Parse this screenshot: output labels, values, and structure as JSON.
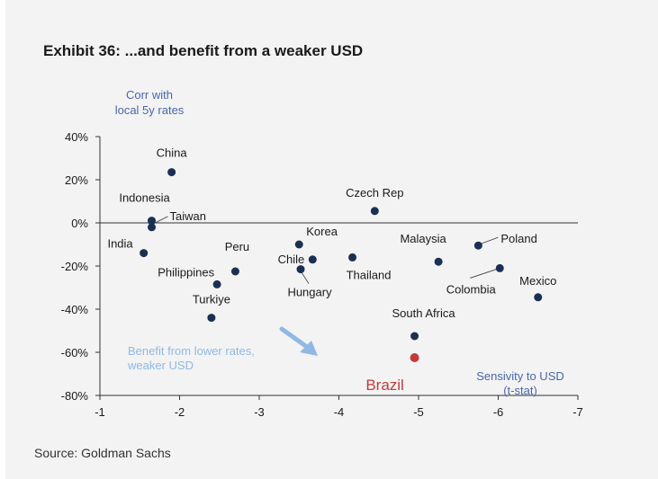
{
  "chart_data": {
    "type": "scatter",
    "title": "Exhibit 36: ...and benefit from a weaker USD",
    "ylabel_lines": [
      "Corr with",
      "local 5y rates"
    ],
    "xlabel_lines": [
      "Sensivity to USD",
      "(t-stat)"
    ],
    "xlim": [
      -1,
      -7
    ],
    "ylim": [
      -80,
      40
    ],
    "x_ticks": [
      -1,
      -2,
      -3,
      -4,
      -5,
      -6,
      -7
    ],
    "y_ticks": [
      40,
      20,
      0,
      -20,
      -40,
      -60,
      -80
    ],
    "y_tick_labels": [
      "40%",
      "20%",
      "0%",
      "-20%",
      "-40%",
      "-60%",
      "-80%"
    ],
    "zero_line": true,
    "grid": false,
    "annotation_lines": [
      "Benefit from lower rates,",
      "weaker USD"
    ],
    "points": [
      {
        "label": "China",
        "x": -1.9,
        "y": 23.5,
        "color": "#1b2f52"
      },
      {
        "label": "Indonesia",
        "x": -1.65,
        "y": 1.0,
        "color": "#1b2f52"
      },
      {
        "label": "Taiwan",
        "x": -1.65,
        "y": -2.0,
        "color": "#1b2f52"
      },
      {
        "label": "India",
        "x": -1.55,
        "y": -14.0,
        "color": "#1b2f52"
      },
      {
        "label": "Peru",
        "x": -2.7,
        "y": -22.5,
        "color": "#1b2f52"
      },
      {
        "label": "Philippines",
        "x": -2.47,
        "y": -28.5,
        "color": "#1b2f52"
      },
      {
        "label": "Turkiye",
        "x": -2.4,
        "y": -44.0,
        "color": "#1b2f52"
      },
      {
        "label": "Korea",
        "x": -3.5,
        "y": -10.0,
        "color": "#1b2f52"
      },
      {
        "label": "Chile",
        "x": -3.67,
        "y": -17.0,
        "color": "#1b2f52"
      },
      {
        "label": "Hungary",
        "x": -3.52,
        "y": -21.5,
        "color": "#1b2f52"
      },
      {
        "label": "Thailand",
        "x": -4.17,
        "y": -16.0,
        "color": "#1b2f52"
      },
      {
        "label": "Czech Rep",
        "x": -4.45,
        "y": 5.5,
        "color": "#1b2f52"
      },
      {
        "label": "Malaysia",
        "x": -5.25,
        "y": -18.0,
        "color": "#1b2f52"
      },
      {
        "label": "Poland",
        "x": -5.75,
        "y": -10.5,
        "color": "#1b2f52"
      },
      {
        "label": "Colombia",
        "x": -6.02,
        "y": -21.0,
        "color": "#1b2f52"
      },
      {
        "label": "Mexico",
        "x": -6.5,
        "y": -34.5,
        "color": "#1b2f52"
      },
      {
        "label": "South Africa",
        "x": -4.95,
        "y": -52.5,
        "color": "#1b2f52"
      },
      {
        "label": "Brazil",
        "x": -4.95,
        "y": -62.5,
        "color": "#c23b3b"
      }
    ]
  },
  "source": "Source: Goldman Sachs"
}
